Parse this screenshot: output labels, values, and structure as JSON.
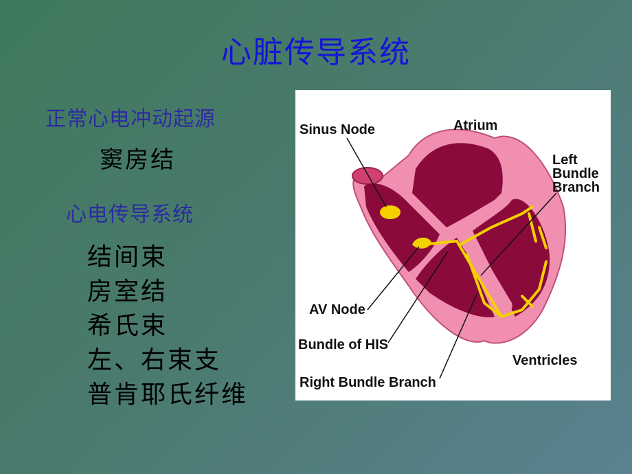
{
  "title": "心脏传导系统",
  "origin_heading": "正常心电冲动起源",
  "origin_value": "窦房结",
  "system_heading": "心电传导系统",
  "system_items": [
    "结间束",
    "房室结",
    "希氏束",
    "左、右束支",
    "普肯耶氏纤维"
  ],
  "figure_labels": {
    "sinus_node": "Sinus Node",
    "atrium": "Atrium",
    "left_bundle_1": "Left",
    "left_bundle_2": "Bundle",
    "left_bundle_3": "Branch",
    "av_node": "AV Node",
    "bundle_his": "Bundle of HIS",
    "ventricles": "Ventricles",
    "right_bundle": "Right Bundle Branch"
  },
  "colors": {
    "title": "#1414d8",
    "heading": "#2b2ba0",
    "heart_wall": "#f08fb0",
    "heart_chamber": "#8a0a3c",
    "conduction": "#f4d000"
  }
}
